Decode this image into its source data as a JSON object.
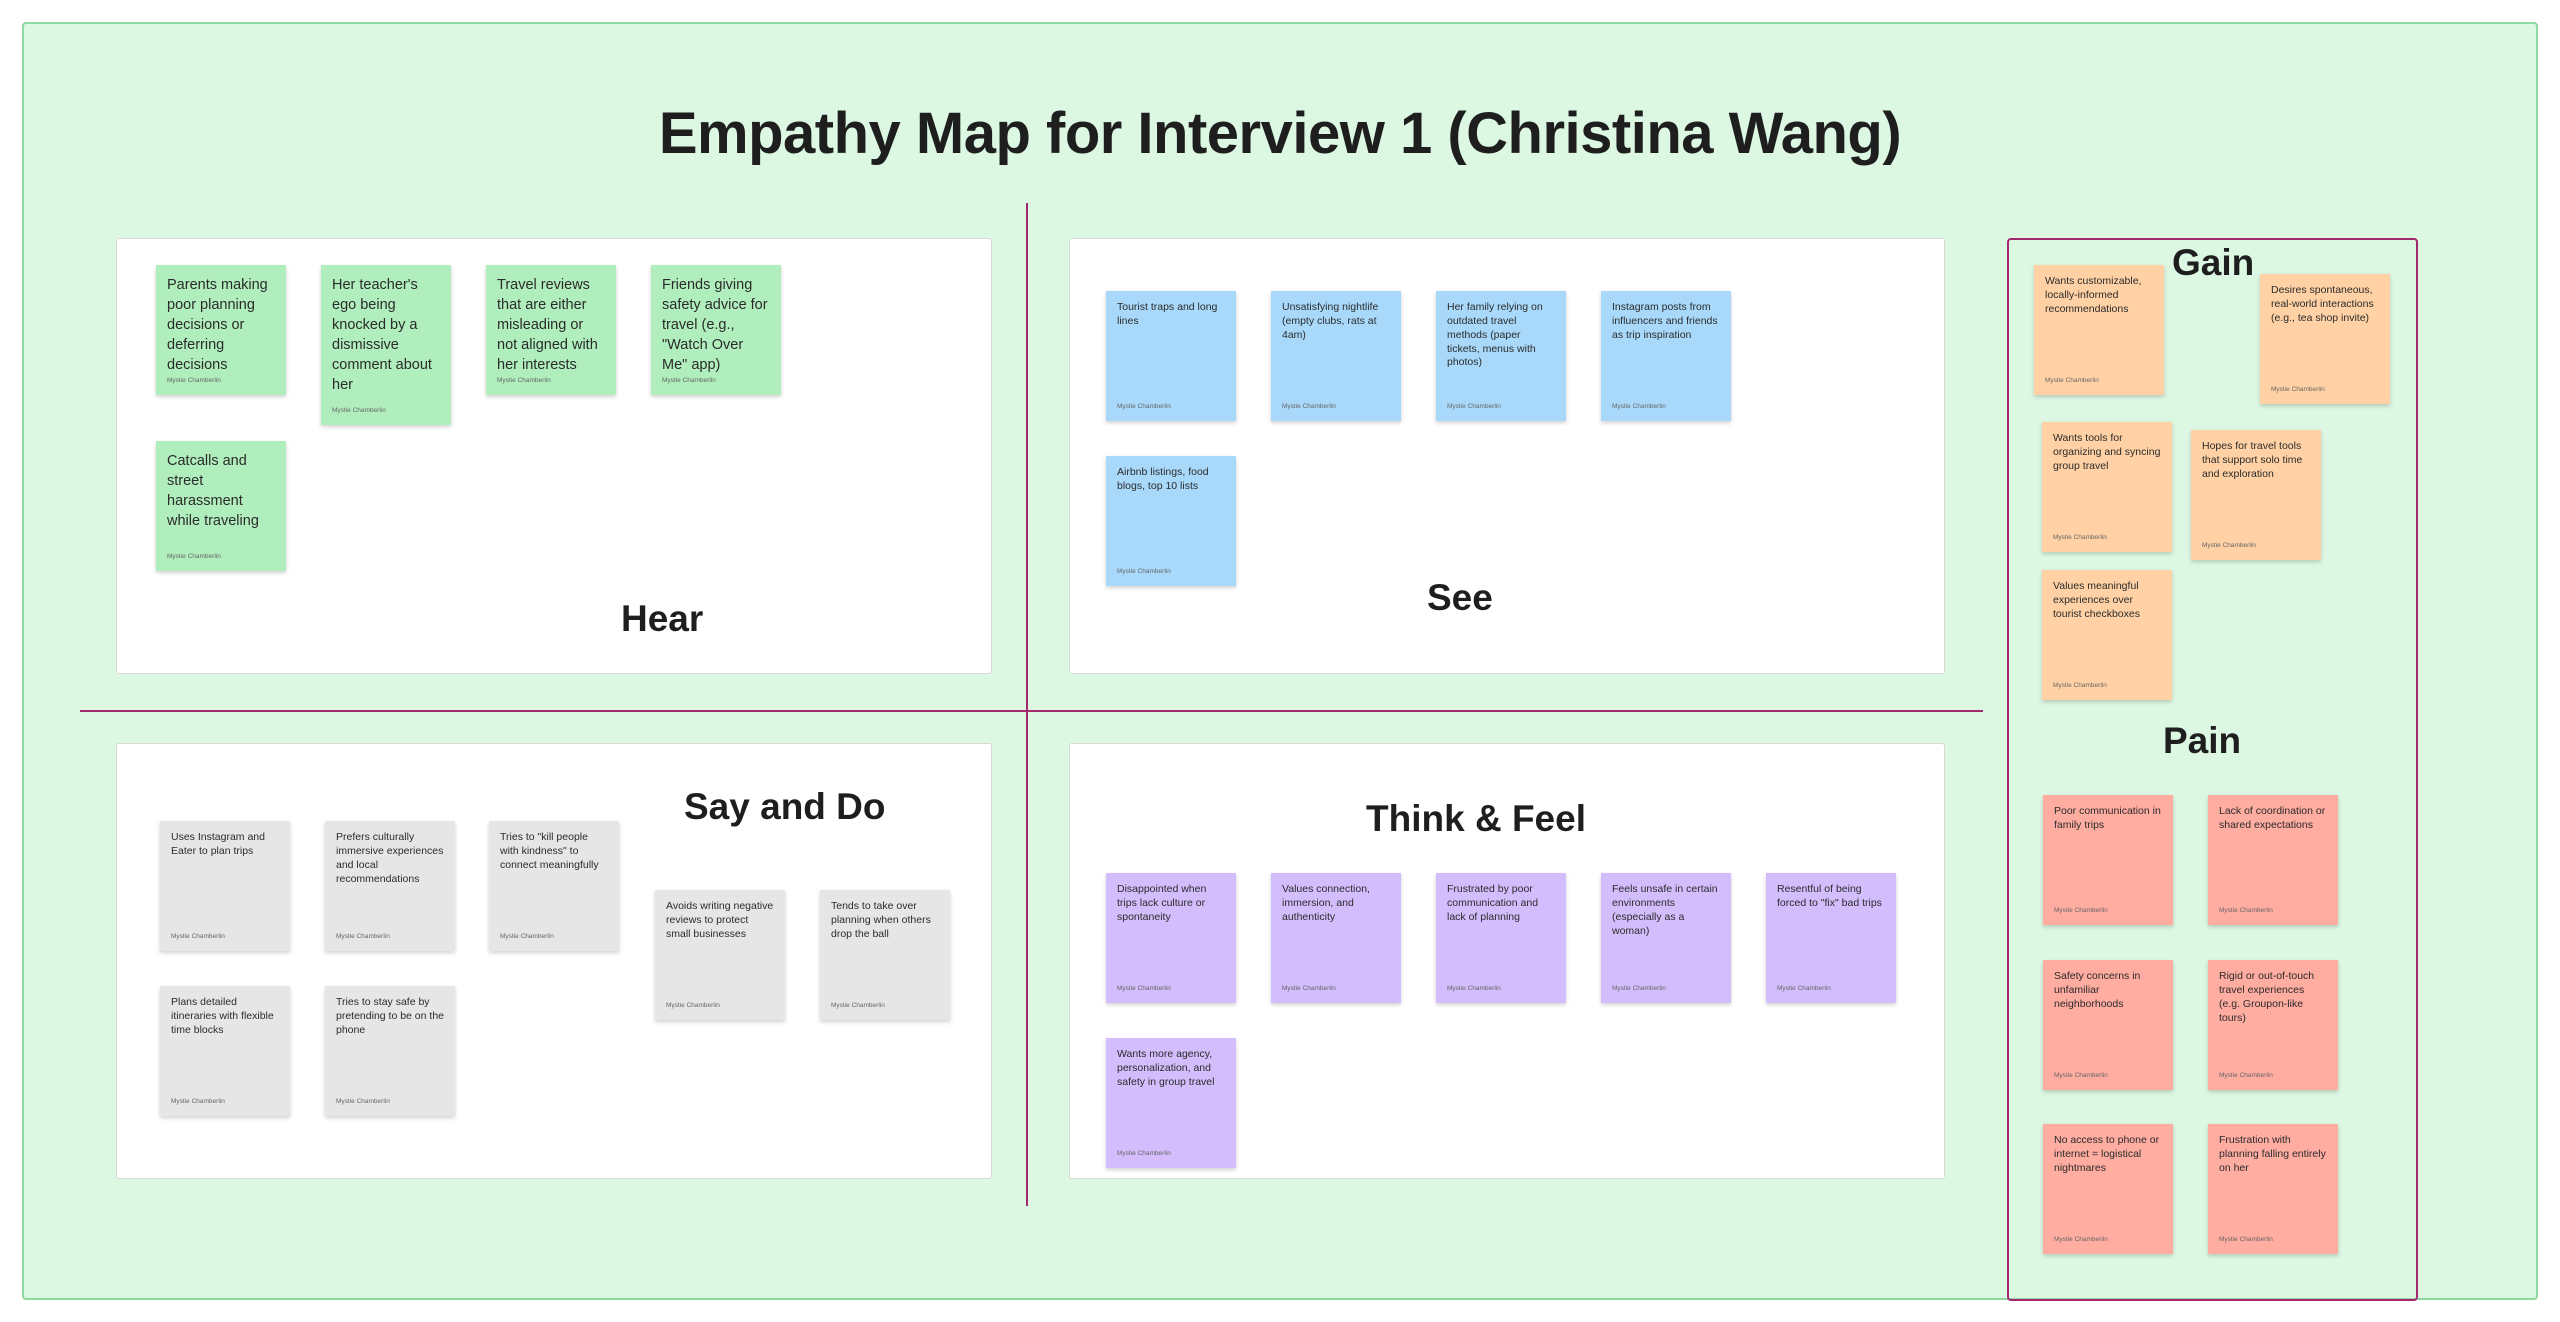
{
  "title": "Empathy Map for Interview 1 (Christina Wang)",
  "sections": {
    "hear": "Hear",
    "see": "See",
    "say_do": "Say and Do",
    "think_feel": "Think & Feel",
    "gain": "Gain",
    "pain": "Pain"
  },
  "author": "Mystie Chamberlin",
  "notes": {
    "hear": [
      "Parents making poor planning decisions or deferring decisions",
      "Her teacher's ego being knocked by a dismissive comment about her",
      "Travel reviews that are either misleading or not aligned with her interests",
      "Friends giving safety advice for travel (e.g., \"Watch Over Me\" app)",
      "Catcalls and street harassment while traveling"
    ],
    "see": [
      "Tourist traps and long lines",
      "Unsatisfying nightlife (empty clubs, rats at 4am)",
      "Her family relying on outdated travel methods (paper tickets, menus with photos)",
      "Instagram posts from influencers and friends as trip inspiration",
      "Airbnb listings, food blogs, top 10 lists"
    ],
    "say_do": [
      "Uses Instagram and Eater to plan trips",
      "Prefers culturally immersive experiences and local recommendations",
      "Tries to \"kill people with kindness\" to connect meaningfully",
      "Avoids writing negative reviews to protect small businesses",
      "Tends to take over planning when others drop the ball",
      "Plans detailed itineraries with flexible time blocks",
      "Tries to stay safe by pretending to be on the phone"
    ],
    "think_feel": [
      "Disappointed when trips lack culture or spontaneity",
      "Values connection, immersion, and authenticity",
      "Frustrated by poor communication and lack of planning",
      "Feels unsafe in certain environments (especially as a woman)",
      "Resentful of being forced to \"fix\" bad trips",
      "Wants more agency, personalization, and safety in group travel"
    ],
    "gain": [
      "Wants customizable, locally-informed recommendations",
      "Desires spontaneous, real-world interactions (e.g., tea shop invite)",
      "Wants tools for organizing and syncing group travel",
      "Hopes for travel tools that support solo time and exploration",
      "Values meaningful experiences over tourist checkboxes"
    ],
    "pain": [
      "Poor communication in family trips",
      "Lack of coordination or shared expectations",
      "Safety concerns in unfamiliar neighborhoods",
      "Rigid or out-of-touch travel experiences (e.g. Groupon-like tours)",
      "No access to phone or internet = logistical nightmares",
      "Frustration with planning falling entirely on her"
    ]
  },
  "colors": {
    "hear": "#b0efbd",
    "see": "#a8d9fb",
    "say_do": "#e6e6e6",
    "think_feel": "#d3bdfc",
    "gain": "#ffd1a4",
    "pain": "#ffaca1",
    "divider": "#a3286e"
  }
}
